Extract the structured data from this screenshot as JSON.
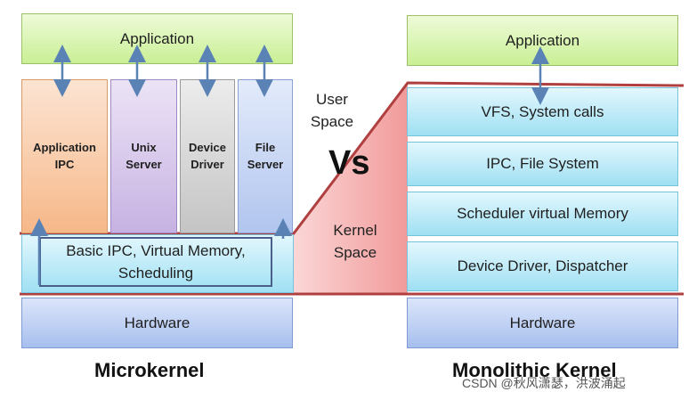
{
  "micro": {
    "application": "Application",
    "columns": [
      {
        "line1": "Application",
        "line2": "IPC"
      },
      {
        "line1": "Unix",
        "line2": "Server"
      },
      {
        "line1": "Device",
        "line2": "Driver"
      },
      {
        "line1": "File",
        "line2": "Server"
      }
    ],
    "kernel_line1": "Basic IPC, Virtual Memory,",
    "kernel_line2": "Scheduling",
    "hardware": "Hardware",
    "caption": "Microkernel"
  },
  "middle": {
    "user_space_line1": "User",
    "user_space_line2": "Space",
    "vs": "Vs",
    "kernel_space_line1": "Kernel",
    "kernel_space_line2": "Space"
  },
  "mono": {
    "application": "Application",
    "layers": [
      "VFS, System calls",
      "IPC, File System",
      "Scheduler virtual Memory",
      "Device Driver, Dispatcher"
    ],
    "hardware": "Hardware",
    "caption": "Monolithic Kernel"
  },
  "watermark": "CSDN @秋风潇瑟，洪波涌起",
  "colors": {
    "application": "#c9ef94",
    "hardware": "#a7bfee",
    "kernel_cyan": "#9fe0f3",
    "kernel_space_pink": "#f4a0a0",
    "boundary_line": "#b04040",
    "arrow": "#5a82b4"
  }
}
